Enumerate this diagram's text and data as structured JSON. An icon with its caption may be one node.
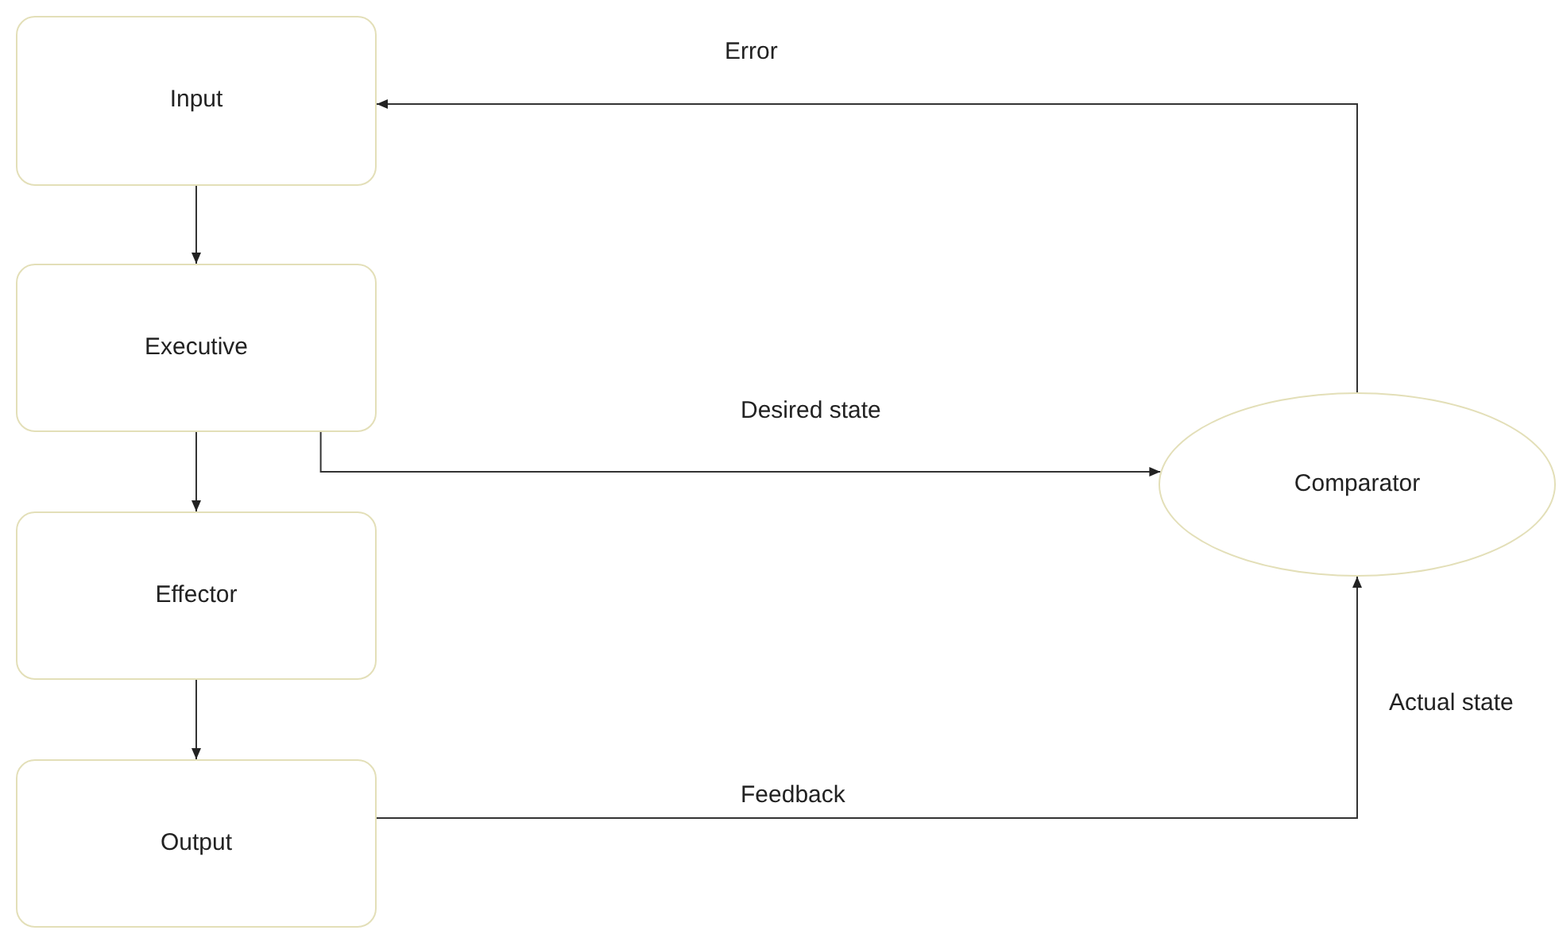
{
  "diagram": {
    "nodes": [
      {
        "text": [
          "Input"
        ]
      },
      {
        "text": [
          "Executive"
        ]
      },
      {
        "text": [
          "Effector"
        ]
      },
      {
        "text": [
          "Output"
        ]
      },
      {
        "text": [
          "Comparator"
        ]
      }
    ],
    "edges": [
      {
        "from": 0,
        "to": 1,
        "arrow": "to"
      },
      {
        "from": 1,
        "to": 2,
        "arrow": "to"
      },
      {
        "from": 2,
        "to": 3,
        "arrow": "to"
      },
      {
        "from": 1,
        "to": 4,
        "arrow": "to",
        "label": "Desired state"
      },
      {
        "from": 3,
        "to": 4,
        "arrow": "to",
        "label": "Feedback"
      },
      {
        "from": 4,
        "to": 0,
        "arrow": "to",
        "label": "Error"
      }
    ],
    "labels": [
      "Actual state"
    ]
  }
}
